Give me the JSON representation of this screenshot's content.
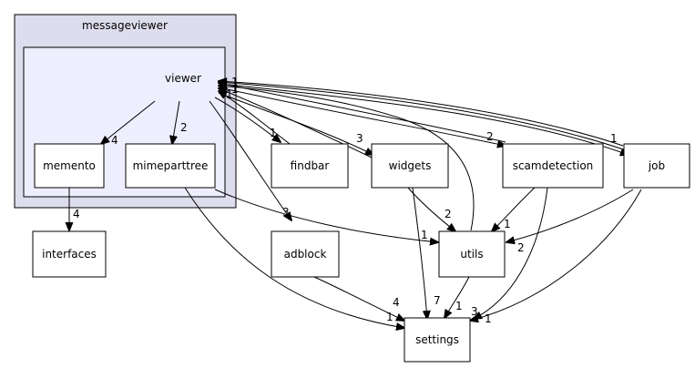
{
  "graph": {
    "clusters": {
      "outer": {
        "label": "messageviewer"
      },
      "inner": {
        "label": "viewer"
      }
    },
    "nodes": {
      "memento": "memento",
      "mimeparttree": "mimeparttree",
      "interfaces": "interfaces",
      "findbar": "findbar",
      "widgets": "widgets",
      "scamdetection": "scamdetection",
      "job": "job",
      "adblock": "adblock",
      "utils": "utils",
      "settings": "settings"
    },
    "edge_labels": {
      "viewer_memento": "4",
      "viewer_mimeparttree": "2",
      "memento_interfaces": "4",
      "viewer_findbar": "1",
      "viewer_widgets": "3",
      "viewer_scamdetection": "2",
      "viewer_job": "1",
      "viewer_adblock": "3",
      "mimeparttree_utils": "1",
      "mimeparttree_settings": "1",
      "widgets_utils": "2",
      "widgets_settings": "7",
      "scamdetection_utils": "1",
      "scamdetection_settings": "3",
      "job_utils": "2",
      "job_settings": "1",
      "adblock_settings": "4",
      "utils_settings": "1",
      "back_a": "1",
      "back_b": "1",
      "back_c": "1"
    }
  },
  "colors": {
    "outer_cluster_fill": "#dddded",
    "inner_cluster_fill": "#eeeeff",
    "stroke": "#000000"
  }
}
